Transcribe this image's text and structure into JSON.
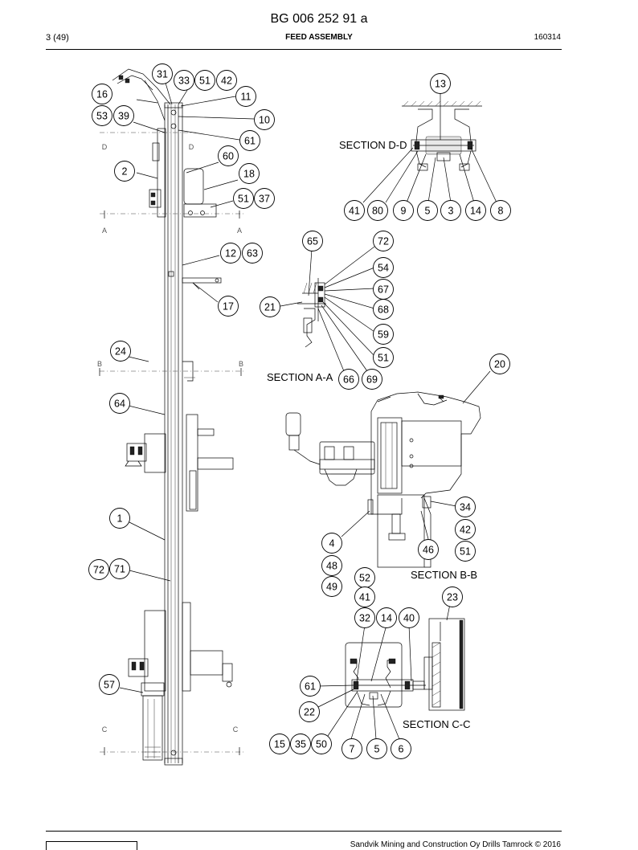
{
  "header": {
    "doc_number": "BG 006 252 91 a",
    "page": "3 (49)",
    "title": "FEED ASSEMBLY",
    "date": "160314"
  },
  "footer": {
    "copyright": "Sandvik Mining and Construction Oy Drills Tamrock © 2016"
  },
  "section_titles": {
    "dd": "SECTION D-D",
    "aa": "SECTION A-A",
    "bb": "SECTION B-B",
    "cc": "SECTION C-C"
  },
  "section_marks": {
    "d": "D",
    "a": "A",
    "b": "B",
    "c": "C"
  },
  "callouts": {
    "main": [
      "31",
      "33",
      "51",
      "42",
      "16",
      "11",
      "53",
      "39",
      "10",
      "61",
      "60",
      "2",
      "18",
      "51",
      "37",
      "12",
      "63",
      "17",
      "24",
      "64",
      "1",
      "72",
      "71",
      "57"
    ],
    "section_dd": [
      "13",
      "41",
      "80",
      "9",
      "5",
      "3",
      "14",
      "8"
    ],
    "section_aa": [
      "65",
      "72",
      "54",
      "67",
      "21",
      "68",
      "59",
      "51",
      "66",
      "69"
    ],
    "section_bb": [
      "20",
      "34",
      "42",
      "4",
      "46",
      "51",
      "48",
      "49",
      "52",
      "41",
      "23"
    ],
    "section_cc": [
      "32",
      "14",
      "40",
      "61",
      "22",
      "15",
      "35",
      "50",
      "7",
      "5",
      "6"
    ]
  }
}
